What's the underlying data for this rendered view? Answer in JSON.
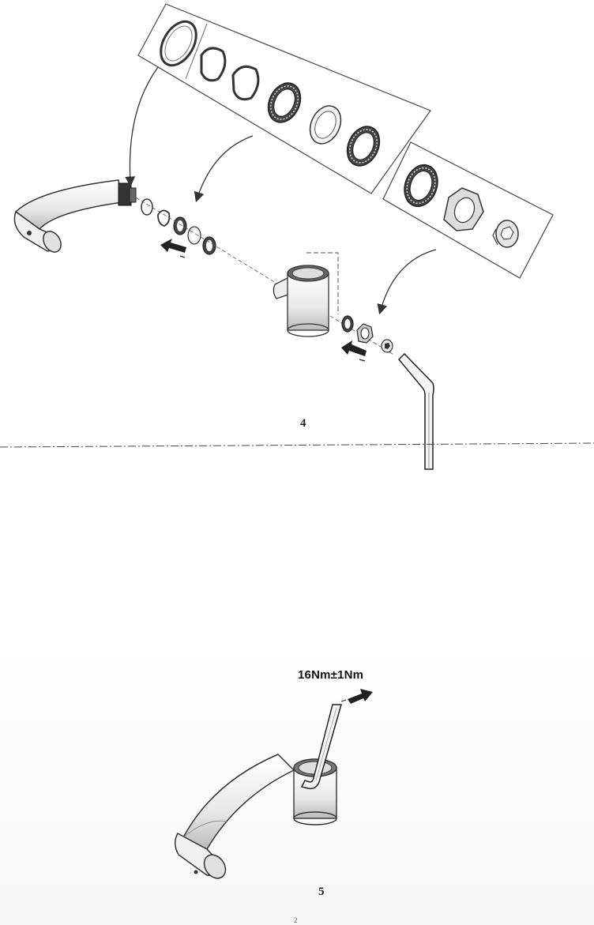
{
  "steps": {
    "step4": {
      "number": "4"
    },
    "step5": {
      "number": "5",
      "torque": "16Nm±1Nm"
    }
  },
  "footer": {
    "page_number": "2"
  },
  "icons": {
    "spout": "spout-icon",
    "hex_key": "hex-key-icon",
    "body": "mixer-body-icon",
    "seal_ring": "seal-ring-icon",
    "bearing": "bearing-icon",
    "hex_nut": "hex-nut-icon",
    "screw": "screw-icon",
    "arrow": "arrow-icon"
  }
}
